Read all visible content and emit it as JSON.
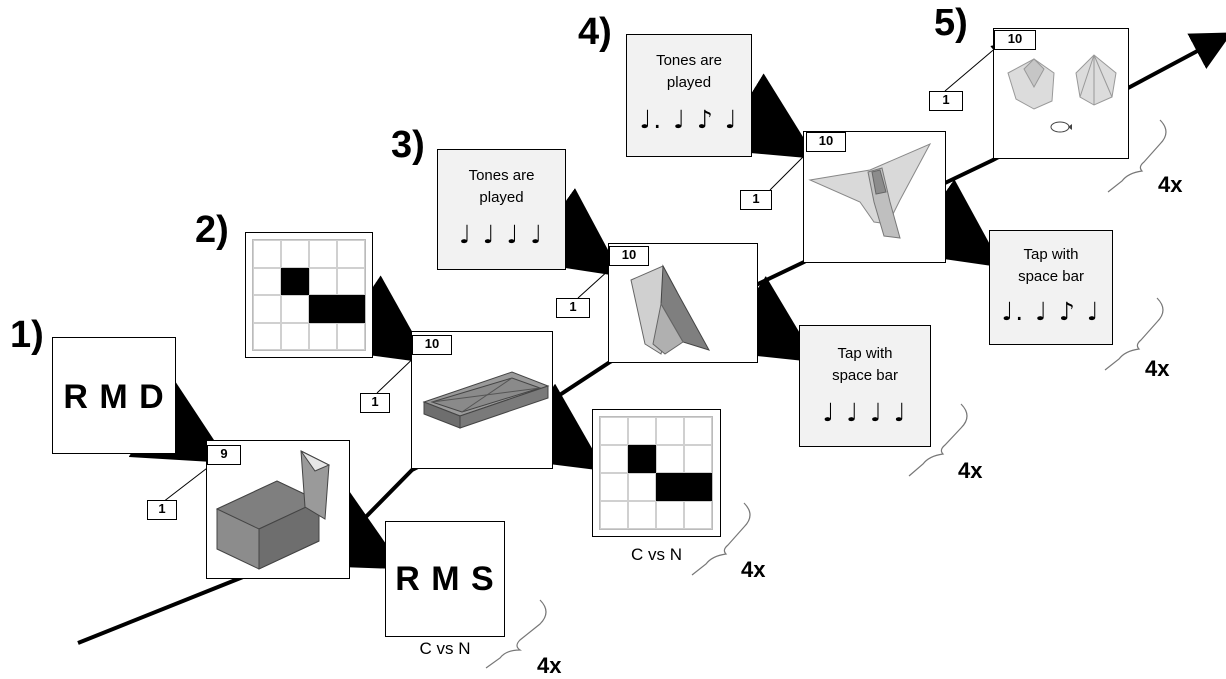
{
  "steps": [
    {
      "label": "1)",
      "stimulus_text": "R M D",
      "trial_start": "1",
      "trial_end": "9",
      "test_text": "R M S",
      "test_caption": "C vs N",
      "repeat": "4x"
    },
    {
      "label": "2)",
      "trial_start": "1",
      "trial_end": "10",
      "test_caption": "C vs N",
      "repeat": "4x"
    },
    {
      "label": "3)",
      "cue_line1": "Tones are",
      "cue_line2": "played",
      "rhythm": "♩ ♩ ♩ ♩",
      "trial_start": "1",
      "trial_end": "10",
      "test_line1": "Tap with",
      "test_line2": "space bar",
      "test_rhythm": "♩ ♩ ♩ ♩",
      "repeat": "4x"
    },
    {
      "label": "4)",
      "cue_line1": "Tones are",
      "cue_line2": "played",
      "rhythm": "♩. ♩ ♪ ♩",
      "trial_start": "1",
      "trial_end": "10",
      "test_line1": "Tap with",
      "test_line2": "space bar",
      "test_rhythm": "♩. ♩ ♪ ♩",
      "repeat": "4x"
    },
    {
      "label": "5)",
      "trial_start": "1",
      "trial_end": "10",
      "repeat": "4x"
    }
  ],
  "colors": {
    "origami_dark": "#7f7f7f",
    "origami_light": "#d9d9d9",
    "cue_box": "#f2f2f2",
    "grid_on": "#000000"
  },
  "icons": [
    "timeline-arrow",
    "flow-arrow",
    "rotate-icon",
    "origami-chair",
    "origami-box",
    "origami-bird",
    "origami-plane",
    "origami-frog"
  ]
}
